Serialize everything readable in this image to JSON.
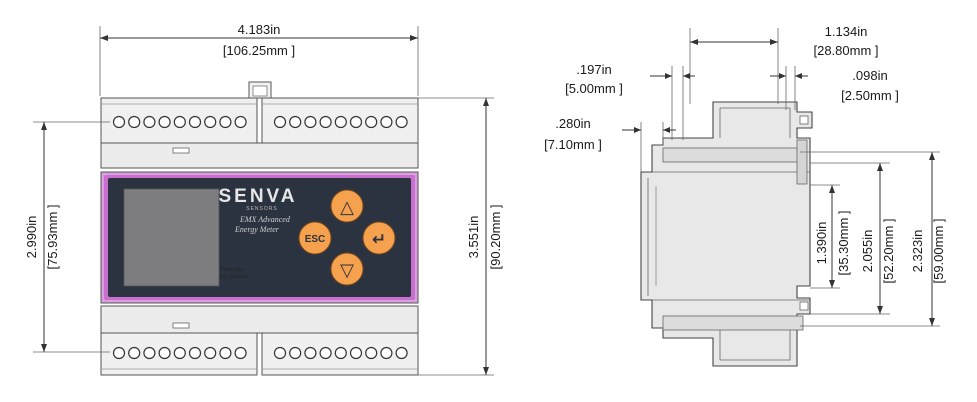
{
  "dimensions": {
    "front_width": {
      "in": "4.183in",
      "mm": "[106.25mm ]"
    },
    "front_height_small": {
      "in": "2.990in",
      "mm": "[75.93mm ]"
    },
    "front_height_total": {
      "in": "3.551in",
      "mm": "[90.20mm ]"
    },
    "side_depth": {
      "in": "1.134in",
      "mm": "[28.80mm ]"
    },
    "side_step_a": {
      "in": ".197in",
      "mm": "[5.00mm ]"
    },
    "side_step_b": {
      "in": ".098in",
      "mm": "[2.50mm ]"
    },
    "side_offset": {
      "in": ".280in",
      "mm": "[7.10mm ]"
    },
    "side_h1": {
      "in": "1.390in",
      "mm": "[35.30mm ]"
    },
    "side_h2": {
      "in": "2.055in",
      "mm": "[52.20mm ]"
    },
    "side_h3": {
      "in": "2.323in",
      "mm": "[59.00mm ]"
    }
  },
  "device": {
    "brand": "SENVA",
    "brand_sub": "SENSORS",
    "model_line1": "EMX Advanced",
    "model_line2": "Energy Meter",
    "screen_hint_line1": "Press any",
    "screen_hint_line2": "key to wake",
    "buttons": {
      "up": "△",
      "esc": "ESC",
      "enter": "↵",
      "down": "▽"
    }
  },
  "colors": {
    "button_orange": "#f5a14e",
    "faceplate": "#2c3340",
    "screen": "#7d7d80",
    "faceplate_glow": "#c86fd0"
  }
}
